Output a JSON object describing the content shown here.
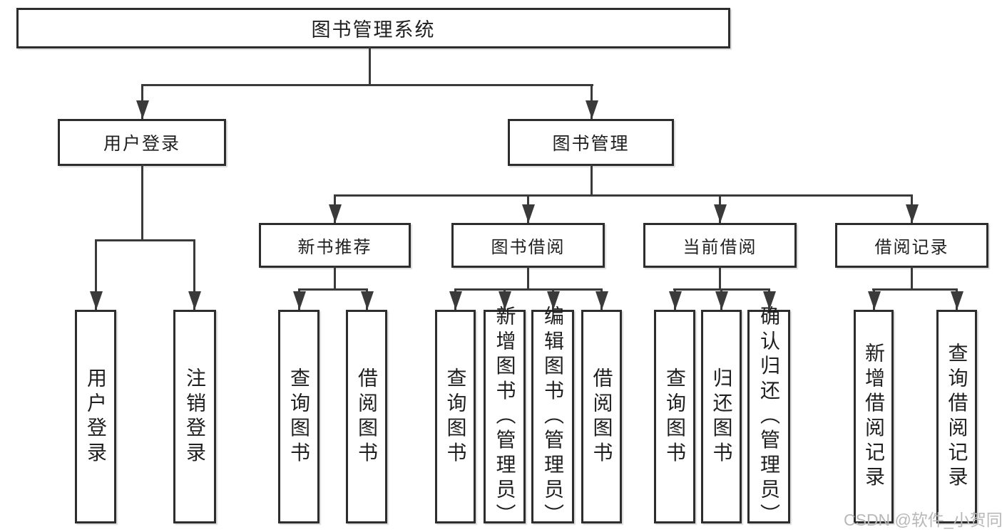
{
  "diagram": {
    "root": {
      "label": "图书管理系统"
    },
    "branches": [
      {
        "label": "用户登录",
        "children": [
          {
            "label": "用户登录"
          },
          {
            "label": "注销登录"
          }
        ]
      },
      {
        "label": "图书管理",
        "children": [
          {
            "label": "新书推荐",
            "children": [
              {
                "label": "查询图书"
              },
              {
                "label": "借阅图书"
              }
            ]
          },
          {
            "label": "图书借阅",
            "children": [
              {
                "label": "查询图书"
              },
              {
                "label": "新增图书（管理员）"
              },
              {
                "label": "编辑图书（管理员）"
              },
              {
                "label": "借阅图书"
              }
            ]
          },
          {
            "label": "当前借阅",
            "children": [
              {
                "label": "查询图书"
              },
              {
                "label": "归还图书"
              },
              {
                "label": "确认归还（管理员）"
              }
            ]
          },
          {
            "label": "借阅记录",
            "children": [
              {
                "label": "新增借阅记录"
              },
              {
                "label": "查询借阅记录"
              }
            ]
          }
        ]
      }
    ]
  },
  "watermark": {
    "text": "CSDN @软件_小贺同学"
  },
  "colors": {
    "line": "#3a3a3a",
    "box_border": "#2d2d2d",
    "text": "#1f1f1f",
    "background": "#ffffff",
    "watermark": "#b8b8b8"
  }
}
